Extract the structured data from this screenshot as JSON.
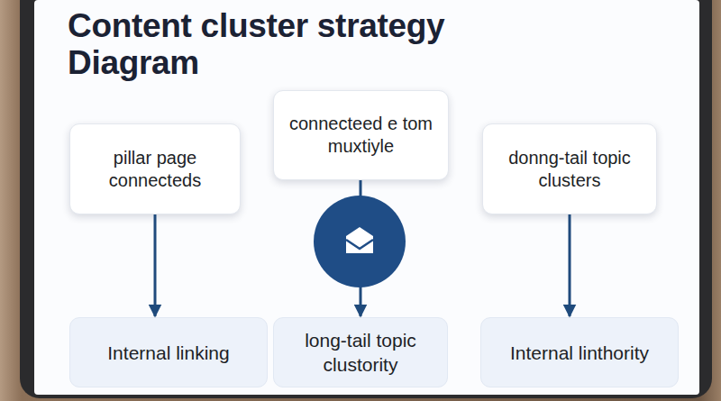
{
  "diagram": {
    "title": "Content cluster strategy Diagram",
    "nodes": [
      {
        "text": [
          "pillar page connecteds"
        ]
      },
      {
        "text": [
          "connecteed e tom muxtiyle"
        ]
      },
      {
        "text": [
          "donng-tail topic clusters"
        ]
      },
      {
        "text": [
          "Internal linking"
        ]
      },
      {
        "text": [
          "long-tail topic clustority"
        ]
      },
      {
        "text": [
          "Internal linthority"
        ]
      }
    ],
    "edges": [
      {
        "from": 0,
        "to": 3,
        "arrow": "to"
      },
      {
        "from": 1,
        "to": 4,
        "arrow": "to"
      },
      {
        "from": 2,
        "to": 5,
        "arrow": "to"
      }
    ]
  }
}
